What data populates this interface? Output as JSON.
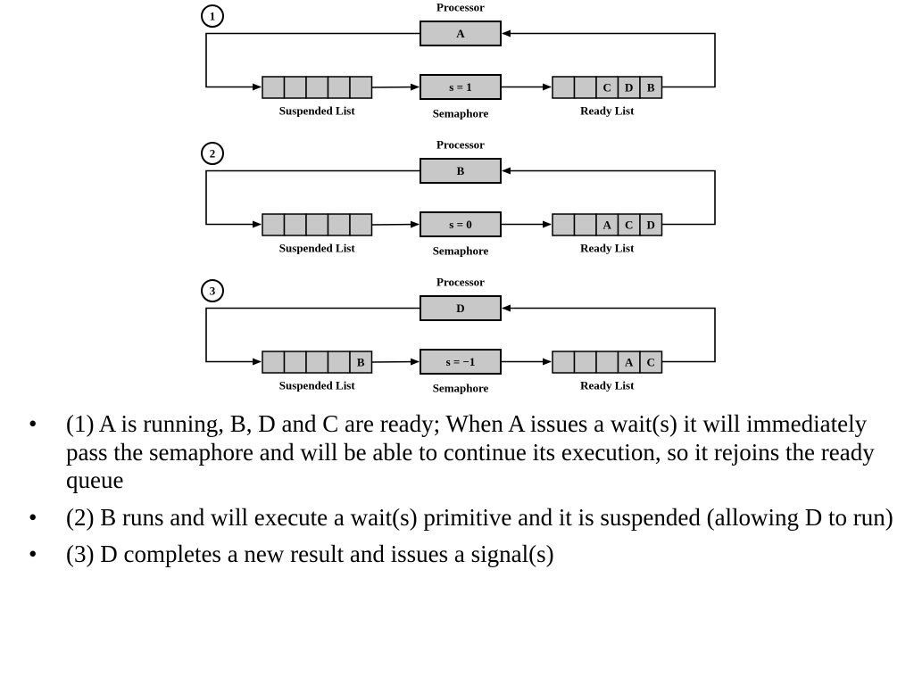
{
  "panels": [
    {
      "step": "1",
      "processor_label": "Processor",
      "processor_value": "A",
      "semaphore_value": "s = 1",
      "semaphore_label": "Semaphore",
      "suspended_label": "Suspended List",
      "suspended_cells": [
        "",
        "",
        "",
        "",
        ""
      ],
      "ready_label": "Ready List",
      "ready_cells": [
        "",
        "",
        "C",
        "D",
        "B"
      ]
    },
    {
      "step": "2",
      "processor_label": "Processor",
      "processor_value": "B",
      "semaphore_value": "s = 0",
      "semaphore_label": "Semaphore",
      "suspended_label": "Suspended List",
      "suspended_cells": [
        "",
        "",
        "",
        "",
        ""
      ],
      "ready_label": "Ready List",
      "ready_cells": [
        "",
        "",
        "A",
        "C",
        "D"
      ]
    },
    {
      "step": "3",
      "processor_label": "Processor",
      "processor_value": "D",
      "semaphore_value": "s = −1",
      "semaphore_label": "Semaphore",
      "suspended_label": "Suspended List",
      "suspended_cells": [
        "",
        "",
        "",
        "",
        "B"
      ],
      "ready_label": "Ready List",
      "ready_cells": [
        "",
        "",
        "",
        "A",
        "C"
      ]
    }
  ],
  "bullet_symbol": "•",
  "bullets": [
    "(1) A is running, B, D and C are ready; When A issues a wait(s) it will immediately pass the semaphore and will be able to continue its execution, so it rejoins the ready queue",
    "(2) B runs and will execute a wait(s) primitive and it is suspended (allowing D to run)",
    "(3) D completes a new result and issues a signal(s)"
  ]
}
